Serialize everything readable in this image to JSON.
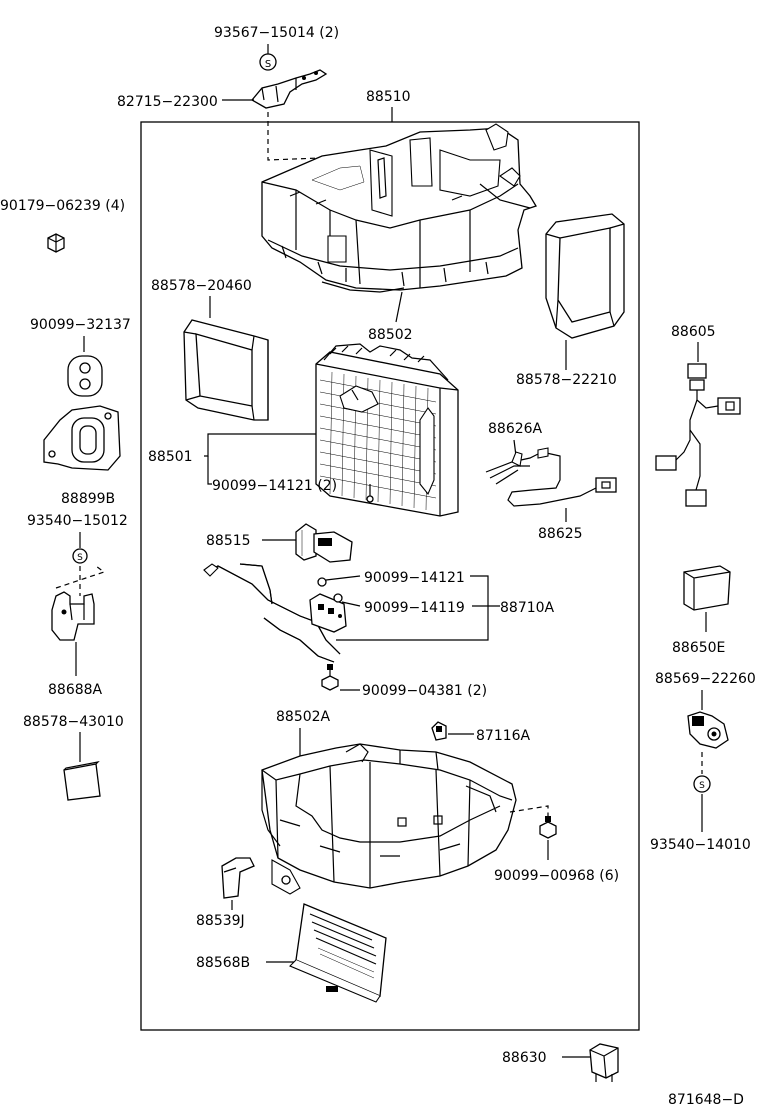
{
  "labels": {
    "p93567_15014": "93567−15014 (2)",
    "p82715_22300": "82715−22300",
    "p88510": "88510",
    "p90179_06239": "90179−06239 (4)",
    "p88578_20460": "88578−20460",
    "p88502": "88502",
    "p90099_32137": "90099−32137",
    "p88605": "88605",
    "p88578_22210": "88578−22210",
    "p88626a": "88626A",
    "p88501": "88501",
    "p90099_14121_2": "90099−14121 (2)",
    "p88899b": "88899B",
    "p93540_15012": "93540−15012",
    "p88625": "88625",
    "p88515": "88515",
    "p90099_14121": "90099−14121",
    "p90099_14119": "90099−14119",
    "p88710a": "88710A",
    "p88688a": "88688A",
    "p88650e": "88650E",
    "p88578_43010": "88578−43010",
    "p90099_04381": "90099−04381 (2)",
    "p88569_22260": "88569−22260",
    "p88502a": "88502A",
    "p87116a": "87116A",
    "p93540_14010": "93540−14010",
    "p90099_00968": "90099−00968 (6)",
    "p88539j": "88539J",
    "p88568b": "88568B",
    "p88630": "88630",
    "diagram_id": "871648−D"
  },
  "symbols": {
    "screw_mark": "S"
  }
}
